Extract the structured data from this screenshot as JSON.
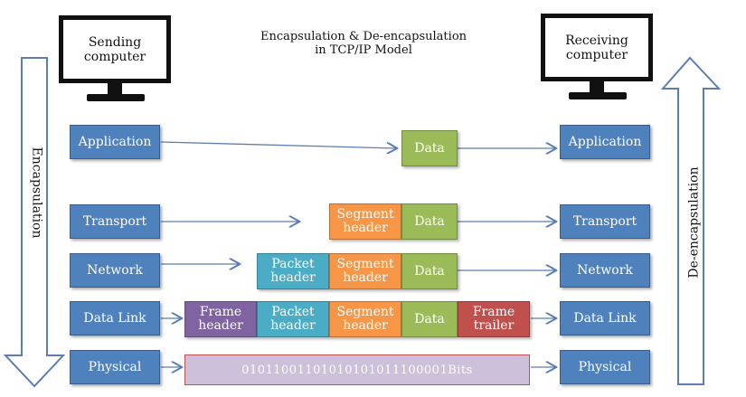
{
  "title": {
    "line1": "Encapsulation & De-encapsulation",
    "line2": "in TCP/IP Model"
  },
  "sending_computer": {
    "label": "Sending computer"
  },
  "receiving_computer": {
    "label": "Receiving computer"
  },
  "left_arrow_label": "Encapsulation",
  "right_arrow_label": "De-encapsulation",
  "layers_left": [
    "Application",
    "Transport",
    "Network",
    "Data Link",
    "Physical"
  ],
  "layers_right": [
    "Application",
    "Transport",
    "Network",
    "Data Link",
    "Physical"
  ],
  "segments": {
    "data": "Data",
    "segment_header": "Segment header",
    "packet_header": "Packet header",
    "frame_header": "Frame header",
    "frame_trailer": "Frame trailer",
    "bits": "01011001101010101011100001Bits"
  },
  "colors": {
    "layer_blue": "#4f81bd",
    "data_green": "#9bbb59",
    "segment_orange": "#f79646",
    "packet_teal": "#4bacc6",
    "frame_purple": "#8064a2",
    "trailer_red": "#c0504d",
    "bits_lavender": "#ccc0da",
    "arrow_blue": "#5b7db1"
  }
}
